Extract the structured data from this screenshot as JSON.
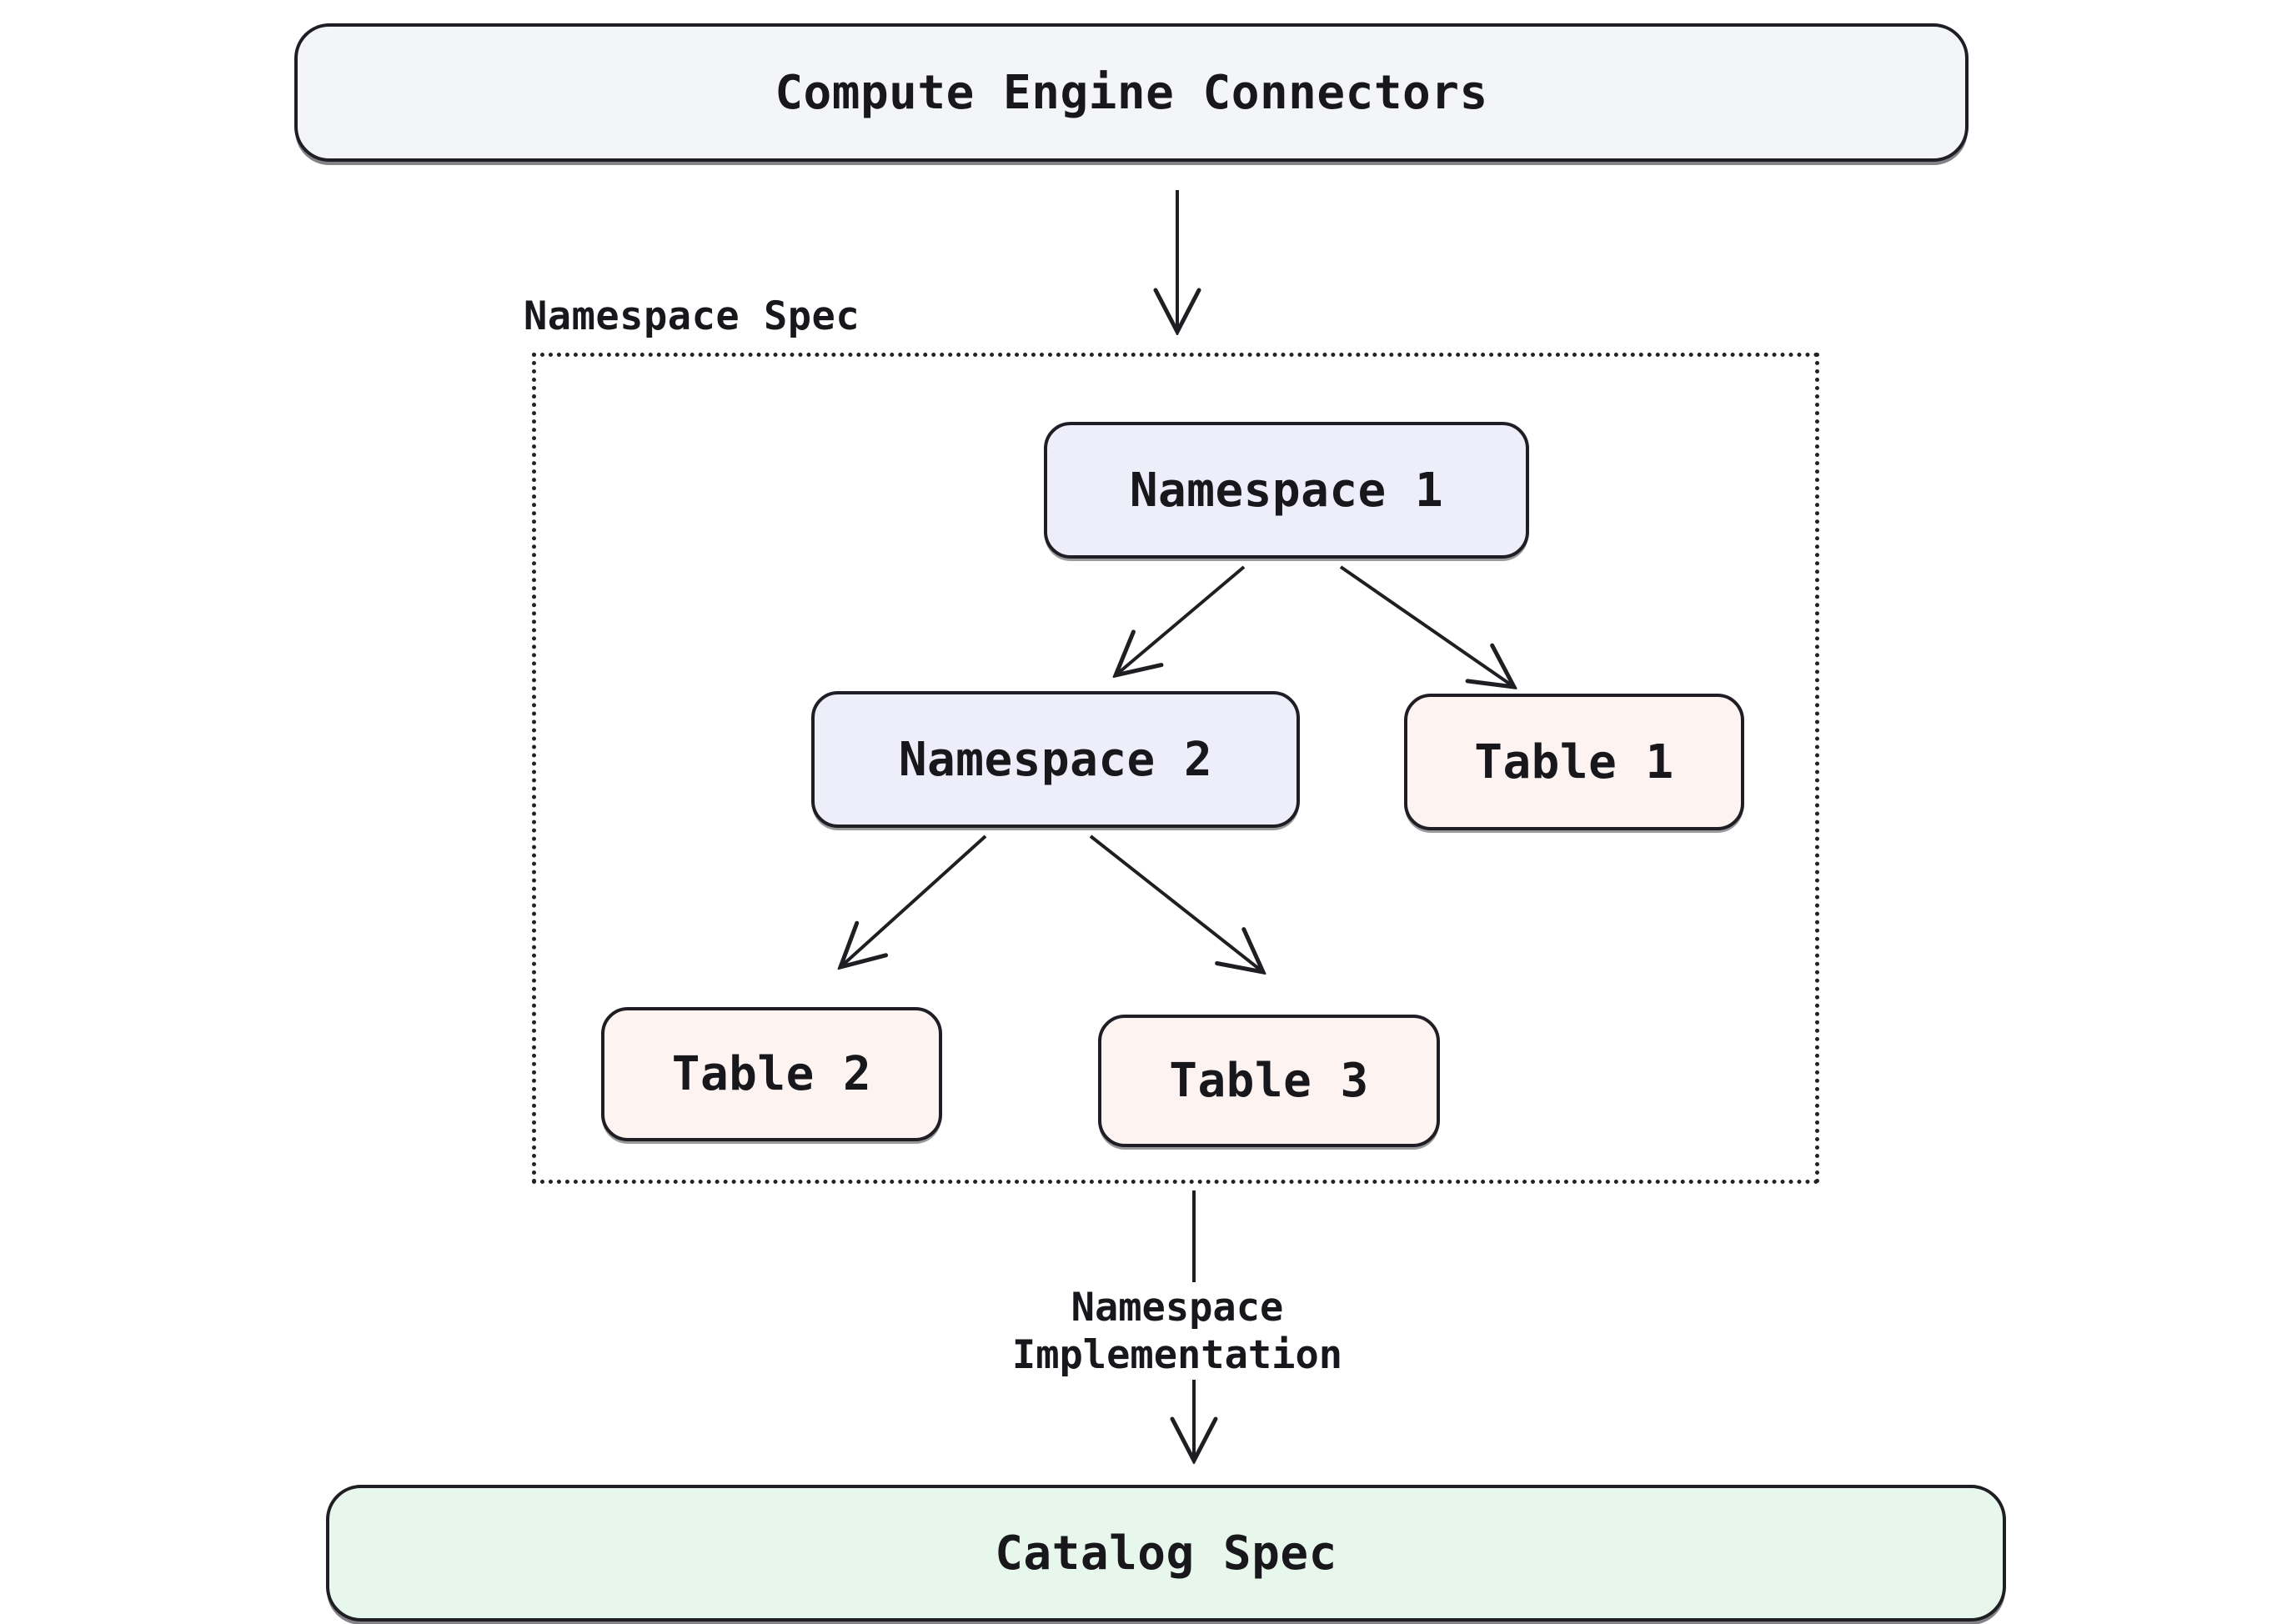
{
  "diagram": {
    "top_node": {
      "label": "Compute Engine Connectors"
    },
    "container": {
      "label": "Namespace Spec",
      "nodes": [
        {
          "id": "namespace1",
          "label": "Namespace 1",
          "type": "namespace"
        },
        {
          "id": "namespace2",
          "label": "Namespace 2",
          "type": "namespace"
        },
        {
          "id": "table1",
          "label": "Table 1",
          "type": "table"
        },
        {
          "id": "table2",
          "label": "Table 2",
          "type": "table"
        },
        {
          "id": "table3",
          "label": "Table 3",
          "type": "table"
        }
      ],
      "edges": [
        {
          "from": "namespace1",
          "to": "namespace2"
        },
        {
          "from": "namespace1",
          "to": "table1"
        },
        {
          "from": "namespace2",
          "to": "table2"
        },
        {
          "from": "namespace2",
          "to": "table3"
        }
      ]
    },
    "outer_edges": [
      {
        "from": "compute-engine-connectors",
        "to": "namespace-spec",
        "label": ""
      },
      {
        "from": "namespace-spec",
        "to": "catalog-spec",
        "label": "Namespace\nImplementation"
      }
    ],
    "edge_label": "Namespace\nImplementation",
    "bottom_node": {
      "label": "Catalog Spec"
    },
    "colors": {
      "background": "#ffffff",
      "text": "#17171c",
      "node_border": "#1e1e24",
      "edge_stroke": "#1f1f23",
      "container_border": "#222222",
      "top_node_fill": "#f4f5f7",
      "namespace_fill": "#eeedfa",
      "table_fill": "#fdf3f1",
      "catalog_fill": "#e8f7ec"
    }
  }
}
